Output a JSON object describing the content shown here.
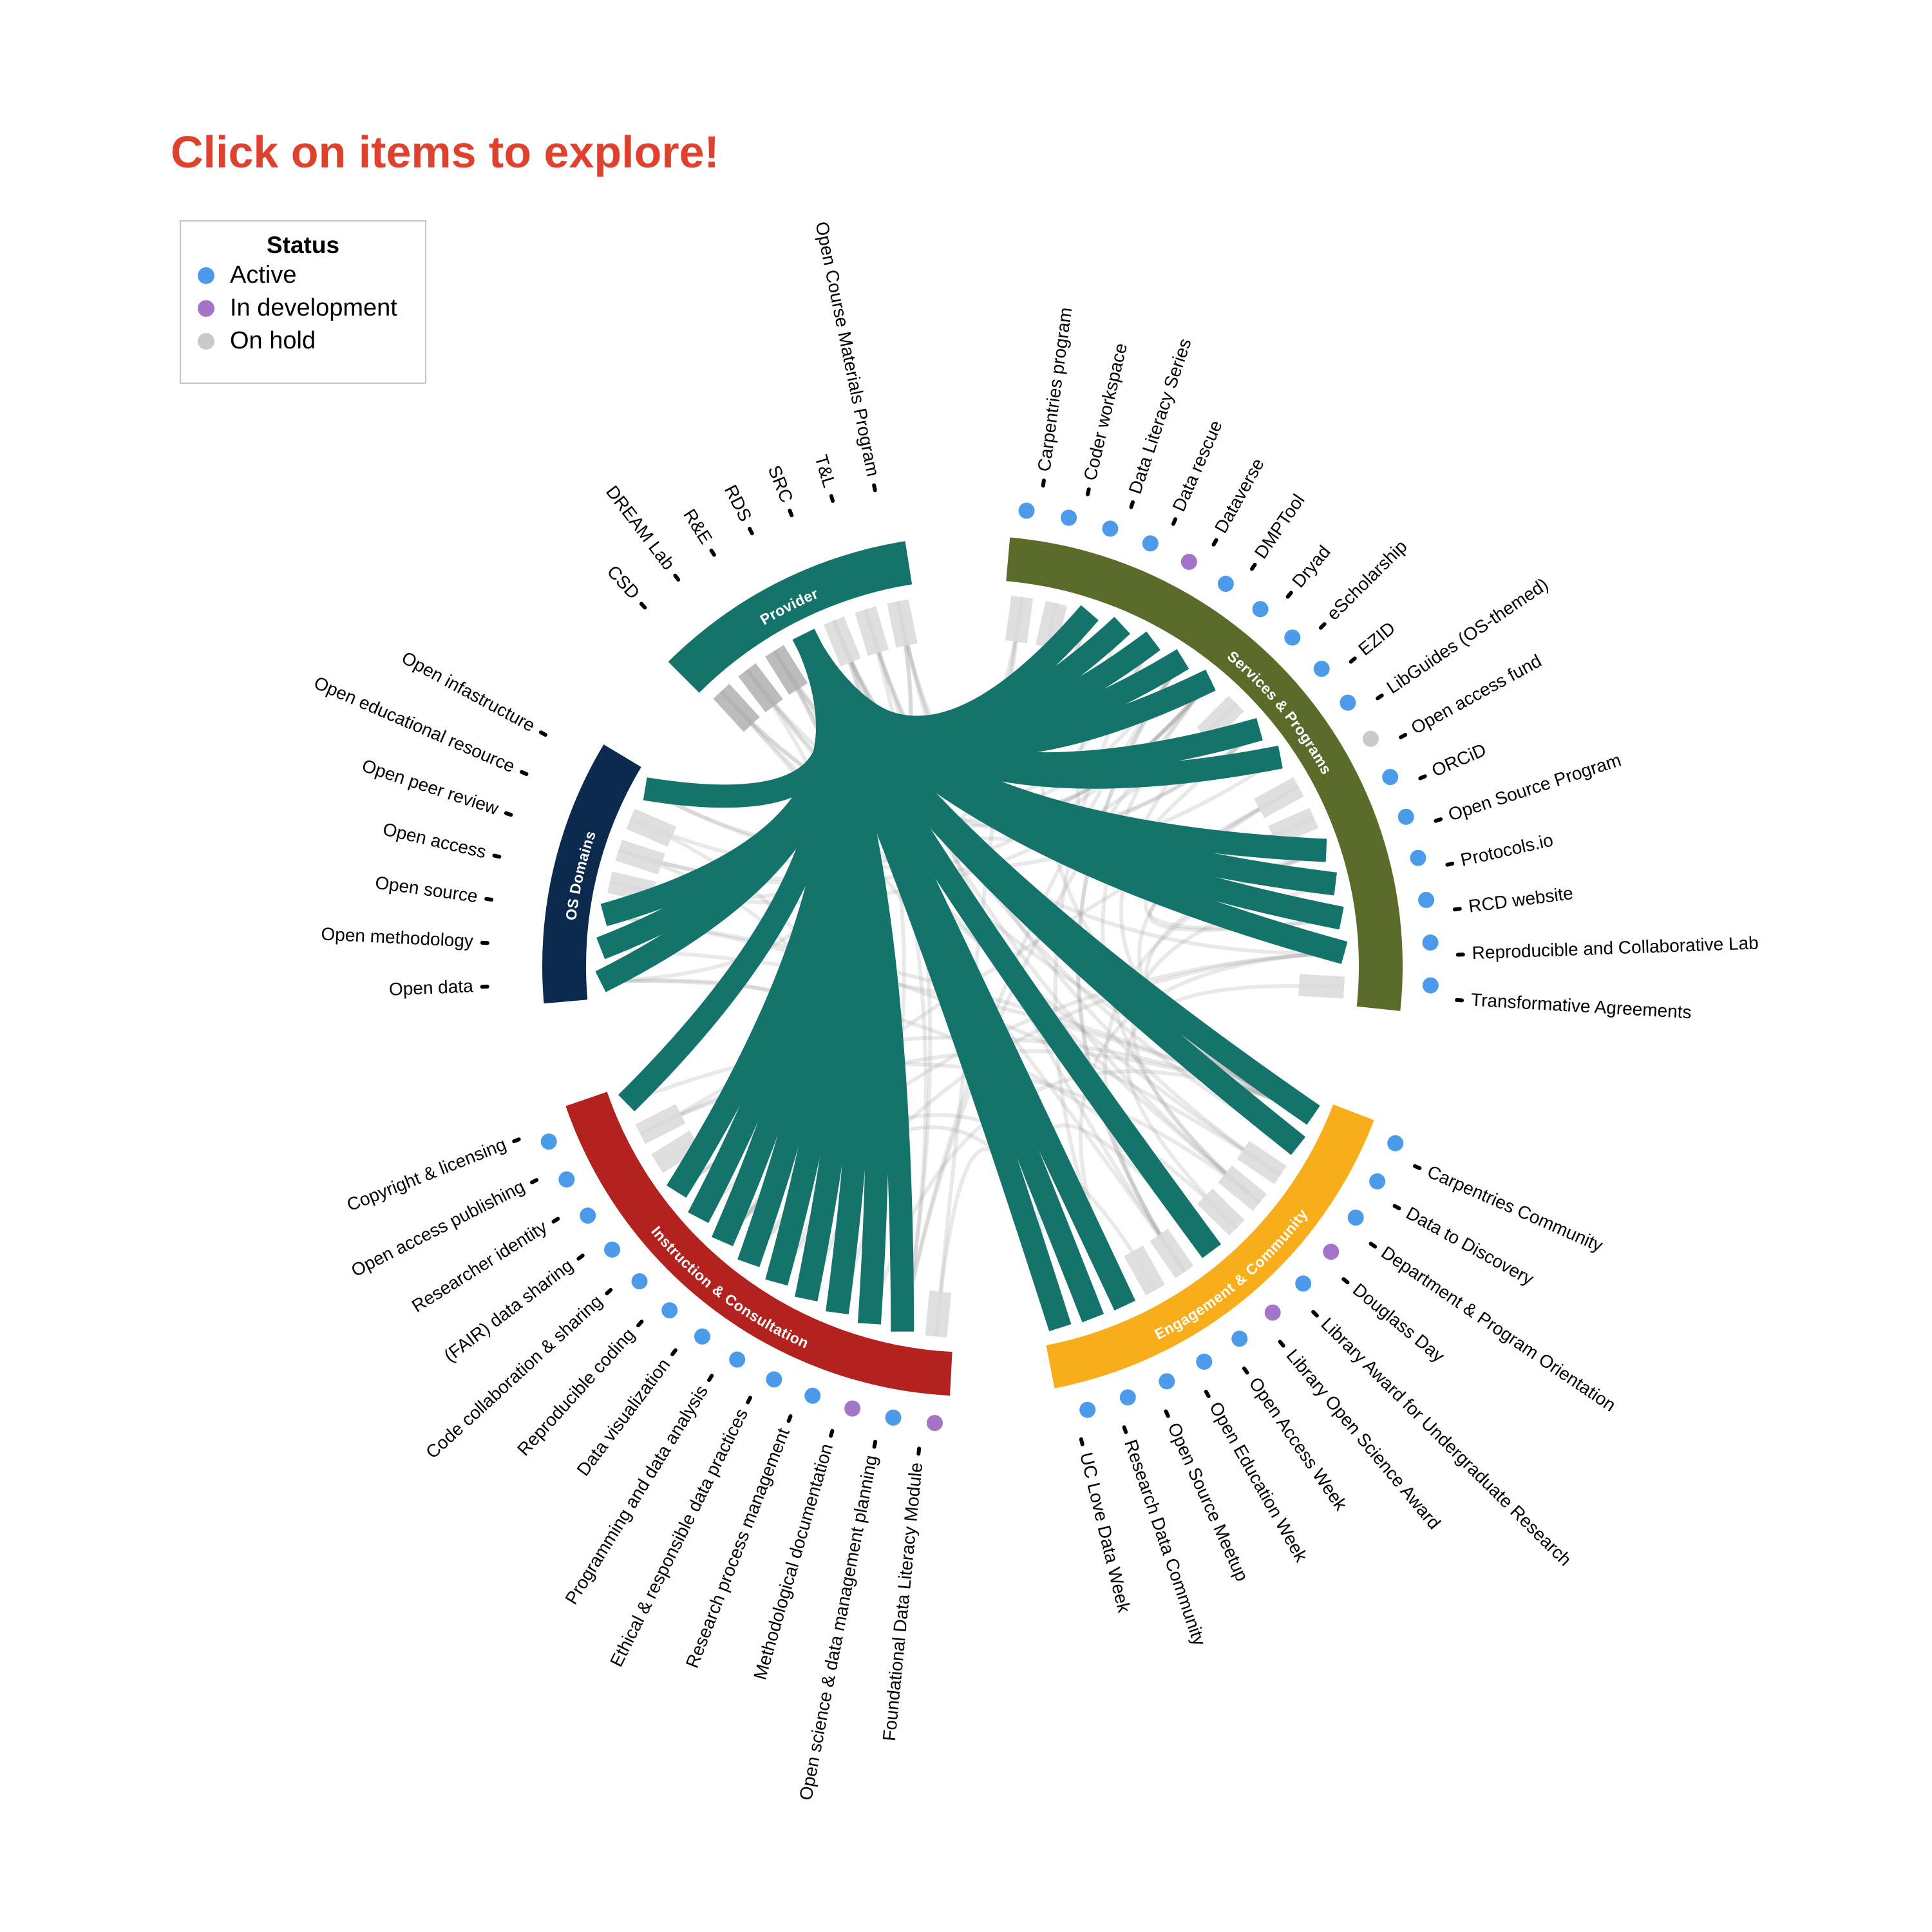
{
  "title": "Click on items to explore!",
  "legend": {
    "title": "Status",
    "entries": [
      {
        "label": "Active",
        "color": "#4c9bea"
      },
      {
        "label": "In development",
        "color": "#a374c8"
      },
      {
        "label": "On hold",
        "color": "#c9cbcb"
      }
    ]
  },
  "status_colors": {
    "active": "#4c9bea",
    "dev": "#a374c8",
    "hold": "#c9cbcb"
  },
  "selected_item": "RDS",
  "highlight_color": "#14736a",
  "groups": [
    {
      "name": "Provider",
      "color": "#14736a",
      "items": [
        {
          "label": "CSD"
        },
        {
          "label": "DREAM Lab"
        },
        {
          "label": "R&E"
        },
        {
          "label": "RDS",
          "selected": true
        },
        {
          "label": "SRC"
        },
        {
          "label": "T&L"
        },
        {
          "label": "Open Course Materials Program"
        }
      ]
    },
    {
      "name": "Services & Programs",
      "color": "#5b6b2a",
      "items": [
        {
          "label": "Carpentries program",
          "status": "active",
          "linked": false
        },
        {
          "label": "Coder workspace",
          "status": "active",
          "linked": false
        },
        {
          "label": "Data Literacy Series",
          "status": "active",
          "linked": true
        },
        {
          "label": "Data rescue",
          "status": "active",
          "linked": true
        },
        {
          "label": "Dataverse",
          "status": "dev",
          "linked": true
        },
        {
          "label": "DMPTool",
          "status": "active",
          "linked": true
        },
        {
          "label": "Dryad",
          "status": "active",
          "linked": true
        },
        {
          "label": "eScholarship",
          "status": "active",
          "linked": false
        },
        {
          "label": "EZID",
          "status": "active",
          "linked": true
        },
        {
          "label": "LibGuides (OS-themed)",
          "status": "active",
          "linked": true
        },
        {
          "label": "Open access fund",
          "status": "hold",
          "linked": false
        },
        {
          "label": "ORCiD",
          "status": "active",
          "linked": false
        },
        {
          "label": "Open Source Program",
          "status": "active",
          "linked": true
        },
        {
          "label": "Protocols.io",
          "status": "active",
          "linked": true
        },
        {
          "label": "RCD website",
          "status": "active",
          "linked": true
        },
        {
          "label": "Reproducible and Collaborative Lab",
          "status": "active",
          "linked": true
        },
        {
          "label": "Transformative Agreements",
          "status": "active",
          "linked": false
        }
      ]
    },
    {
      "name": "Engagement & Community",
      "color": "#f8ad1a",
      "items": [
        {
          "label": "Carpentries Community",
          "status": "active",
          "linked": true
        },
        {
          "label": "Data to Discovery",
          "status": "active",
          "linked": true
        },
        {
          "label": "Department & Program Orientation",
          "status": "active",
          "linked": false
        },
        {
          "label": "Douglass Day",
          "status": "dev",
          "linked": false
        },
        {
          "label": "Library Award for Undergraduate Research",
          "status": "active",
          "linked": false
        },
        {
          "label": "Library Open Science Award",
          "status": "dev",
          "linked": true
        },
        {
          "label": "Open Access Week",
          "status": "active",
          "linked": false
        },
        {
          "label": "Open Education Week",
          "status": "active",
          "linked": false
        },
        {
          "label": "Open Source Meetup",
          "status": "active",
          "linked": true
        },
        {
          "label": "Research Data Community",
          "status": "active",
          "linked": true
        },
        {
          "label": "UC Love Data Week",
          "status": "active",
          "linked": true
        }
      ]
    },
    {
      "name": "Instruction & Consultation",
      "color": "#b3221f",
      "items": [
        {
          "label": "Foundational Data Literacy Module",
          "status": "dev",
          "linked": false
        },
        {
          "label": "Open science & data management planning",
          "status": "active",
          "linked": true
        },
        {
          "label": "Methodological documentation",
          "status": "dev",
          "linked": true
        },
        {
          "label": "Research process management",
          "status": "active",
          "linked": true
        },
        {
          "label": "Ethical & responsible data practices",
          "status": "active",
          "linked": true
        },
        {
          "label": "Programming and data analysis",
          "status": "active",
          "linked": true
        },
        {
          "label": "Data visualization",
          "status": "active",
          "linked": true
        },
        {
          "label": "Reproducible coding",
          "status": "active",
          "linked": true
        },
        {
          "label": "Code collaboration & sharing",
          "status": "active",
          "linked": true
        },
        {
          "label": "(FAIR) data sharing",
          "status": "active",
          "linked": true
        },
        {
          "label": "Researcher identity",
          "status": "active",
          "linked": false
        },
        {
          "label": "Open access publishing",
          "status": "active",
          "linked": false
        },
        {
          "label": "Copyright & licensing",
          "status": "active",
          "linked": true
        }
      ]
    },
    {
      "name": "OS Domains",
      "color": "#0b2a4e",
      "items": [
        {
          "label": "Open data",
          "linked": true
        },
        {
          "label": "Open methodology",
          "linked": true
        },
        {
          "label": "Open source",
          "linked": true
        },
        {
          "label": "Open access",
          "linked": false
        },
        {
          "label": "Open peer review",
          "linked": false
        },
        {
          "label": "Open educational resource",
          "linked": false
        },
        {
          "label": "Open infastructure",
          "linked": true
        }
      ]
    }
  ]
}
